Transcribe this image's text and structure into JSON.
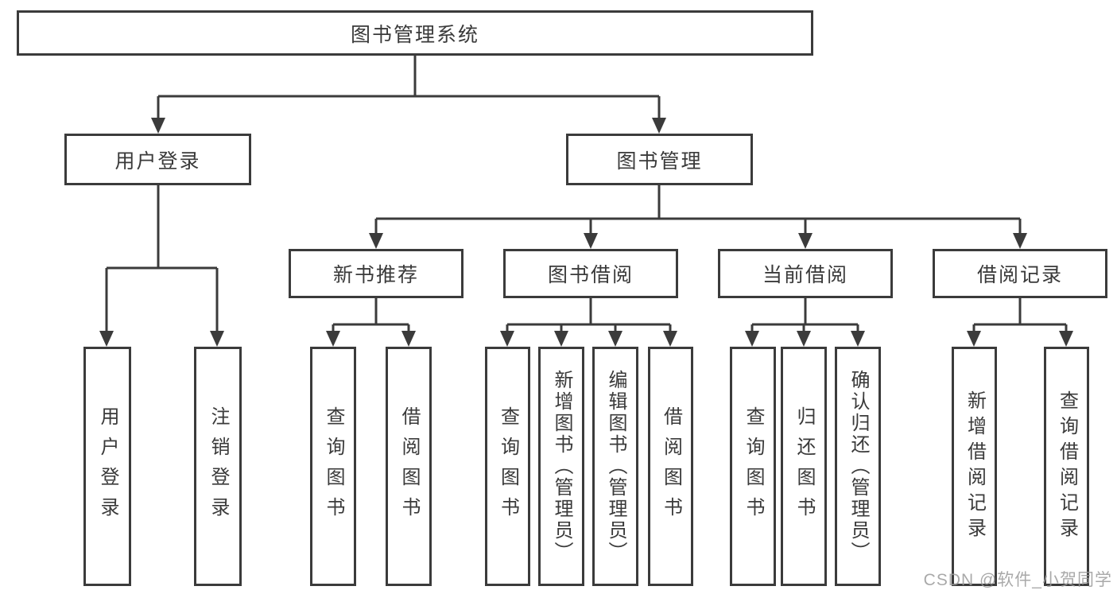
{
  "title": "图书管理系统",
  "watermark": "CSDN @软件_小贺同学",
  "colors": {
    "line": "#3b3b3b",
    "text": "#3a3a3a",
    "background": "#ffffff",
    "watermark": "#9b9b9b"
  },
  "tree": {
    "label": "图书管理系统",
    "children": [
      {
        "label": "用户登录",
        "children": [
          {
            "label": "用户登录"
          },
          {
            "label": "注销登录"
          }
        ]
      },
      {
        "label": "图书管理",
        "children": [
          {
            "label": "新书推荐",
            "children": [
              {
                "label": "查询图书"
              },
              {
                "label": "借阅图书"
              }
            ]
          },
          {
            "label": "图书借阅",
            "children": [
              {
                "label": "查询图书"
              },
              {
                "label": "新增图书（管理员）"
              },
              {
                "label": "编辑图书（管理员）"
              },
              {
                "label": "借阅图书"
              }
            ]
          },
          {
            "label": "当前借阅",
            "children": [
              {
                "label": "查询图书"
              },
              {
                "label": "归还图书"
              },
              {
                "label": "确认归还（管理员）"
              }
            ]
          },
          {
            "label": "借阅记录",
            "children": [
              {
                "label": "新增借阅记录"
              },
              {
                "label": "查询借阅记录"
              }
            ]
          }
        ]
      }
    ]
  }
}
